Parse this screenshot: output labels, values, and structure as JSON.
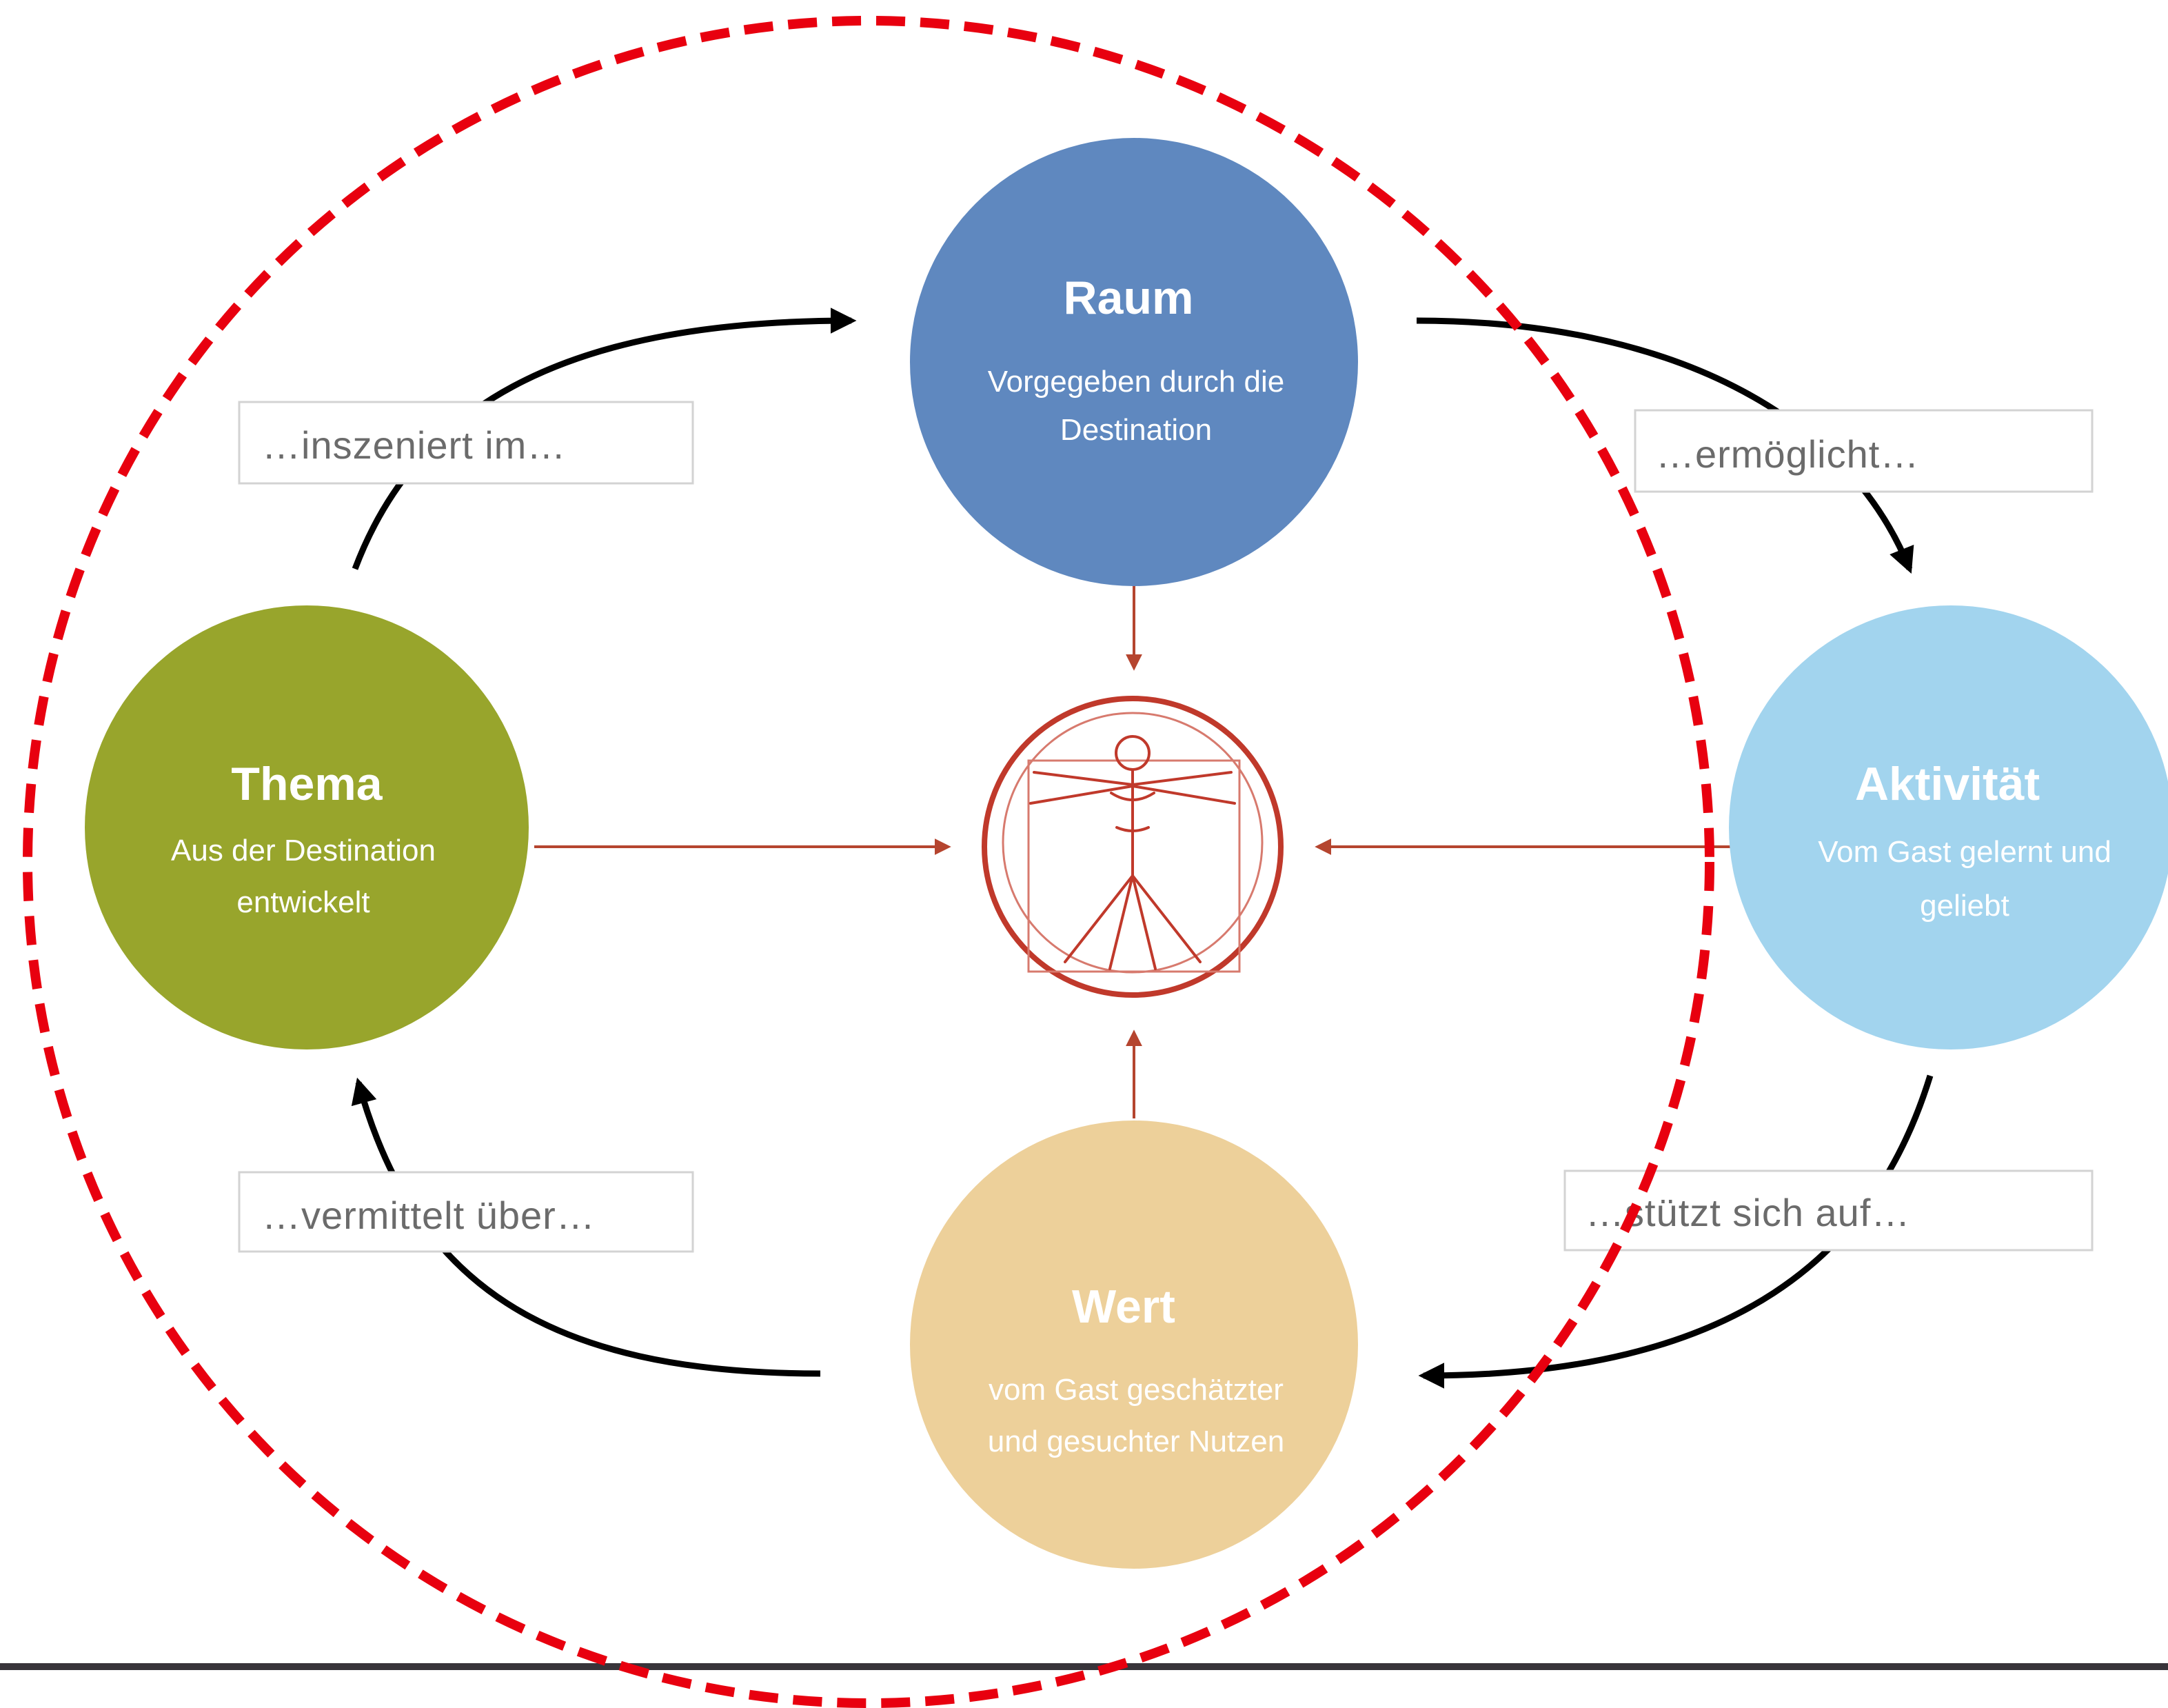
{
  "colors": {
    "raum": "#5f88bf",
    "thema": "#98a52c",
    "aktivitaet": "#a2d4ee",
    "wert": "#edd09a",
    "center_ring": "#c0392b",
    "dashed": "#e8000f",
    "arrow": "#000000",
    "inner_arrow": "#b5452f",
    "bottom_line": "#38343a"
  },
  "nodes": {
    "raum": {
      "title": "Raum",
      "line1": "Vorgegeben durch die",
      "line2": "Destination"
    },
    "thema": {
      "title": "Thema",
      "line1": "Aus der Destination",
      "line2": "entwickelt"
    },
    "aktivitaet": {
      "title": "Aktivität",
      "line1": "Vom Gast gelernt und",
      "line2": "geliebt"
    },
    "wert": {
      "title": "Wert",
      "line1": "vom Gast geschätzter",
      "line2": "und gesuchter Nutzen"
    }
  },
  "labels": {
    "top_left": "…inszeniert im…",
    "top_right": "…ermöglicht…",
    "bottom_left": "…vermittelt über…",
    "bottom_right": "…stützt sich auf…"
  },
  "center_icon": "vitruvian-man-icon"
}
